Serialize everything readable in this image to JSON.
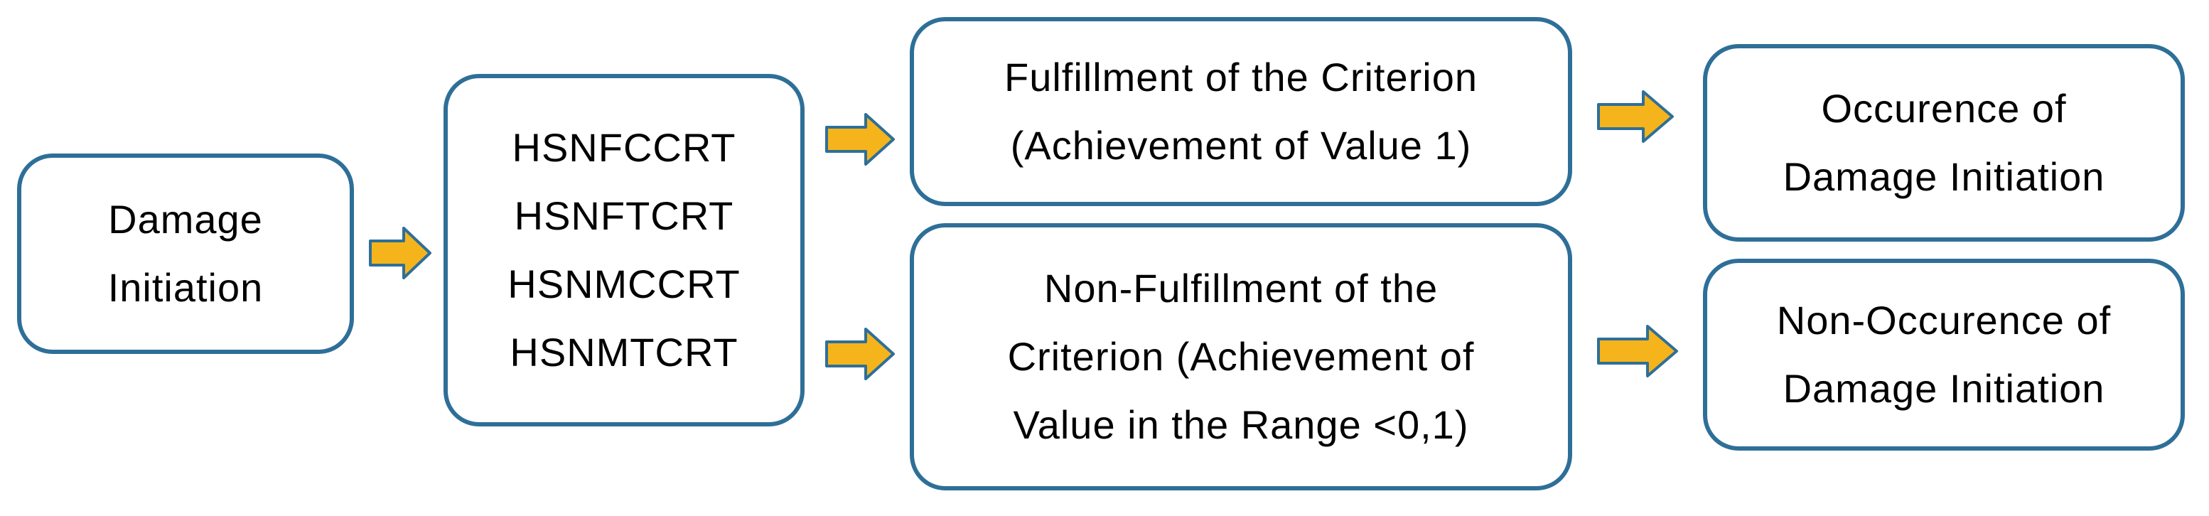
{
  "colors": {
    "box_border": "#2e6f98",
    "arrow_fill": "#f5b41b",
    "arrow_stroke": "#2e6f98",
    "text": "#000000"
  },
  "nodes": {
    "damage_initiation": {
      "lines": [
        "Damage",
        "Initiation"
      ]
    },
    "criteria": {
      "lines": [
        "HSNFCCRT",
        "HSNFTCRT",
        "HSNMCCRT",
        "HSNMTCRT"
      ]
    },
    "fulfillment": {
      "lines": [
        "Fulfillment of the Criterion",
        "(Achievement of Value 1)"
      ]
    },
    "non_fulfillment": {
      "lines": [
        "Non-Fulfillment of the",
        "Criterion (Achievement of",
        "Value in the Range <0,1)"
      ]
    },
    "occurence": {
      "lines": [
        "Occurence of",
        "Damage Initiation"
      ]
    },
    "non_occurence": {
      "lines": [
        "Non-Occurence of",
        "Damage Initiation"
      ]
    }
  },
  "arrows": [
    {
      "from": "damage_initiation",
      "to": "criteria"
    },
    {
      "from": "criteria",
      "to": "fulfillment"
    },
    {
      "from": "criteria",
      "to": "non_fulfillment"
    },
    {
      "from": "fulfillment",
      "to": "occurence"
    },
    {
      "from": "non_fulfillment",
      "to": "non_occurence"
    }
  ]
}
